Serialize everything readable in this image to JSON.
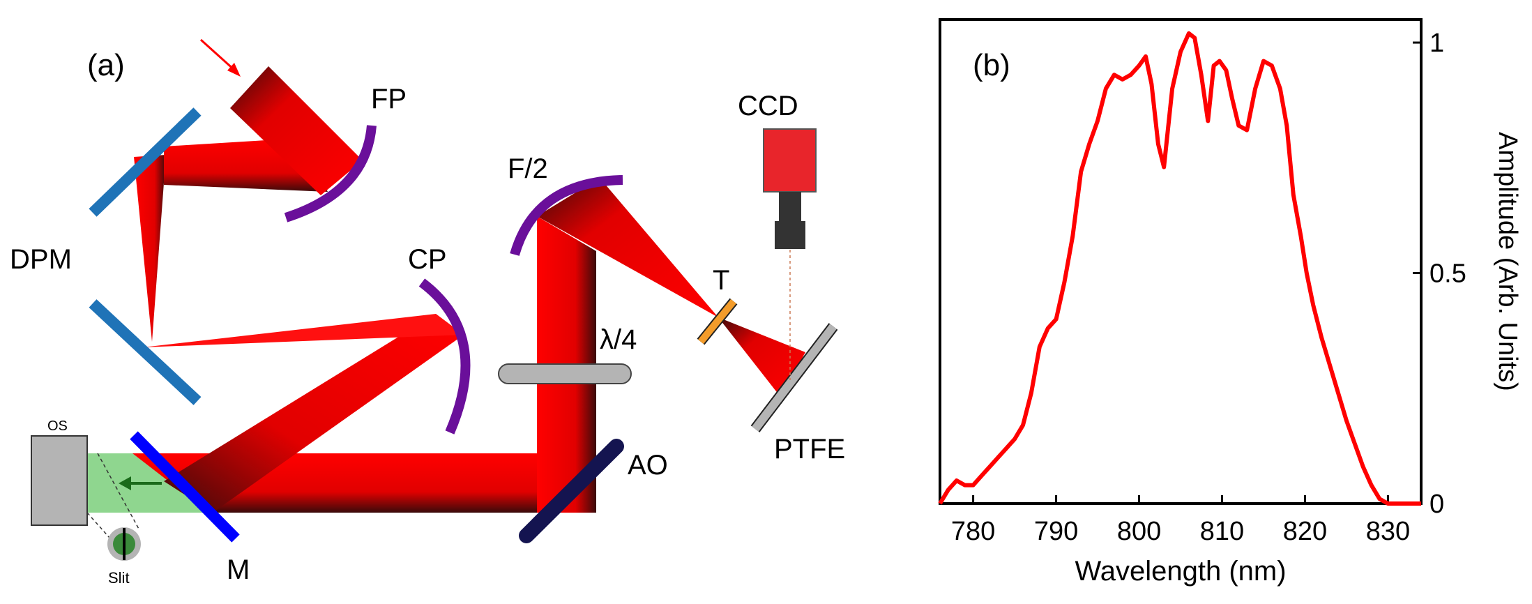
{
  "panel_a": {
    "label": "(a)",
    "components": {
      "fp": "FP",
      "dpm": "DPM",
      "cp": "CP",
      "f2": "F/2",
      "ccd": "CCD",
      "t": "T",
      "lambda4": "λ/4",
      "ptfe": "PTFE",
      "ao": "AO",
      "m": "M",
      "os": "OS",
      "slit": "Slit"
    },
    "colors": {
      "beam": "#ff0000",
      "beam_dark": "#3a0a0a",
      "mirror_blue": "#1f73b7",
      "mirror_m": "#0000ff",
      "curved": "#6a0f9a",
      "ao": "#141450",
      "green": "#8fd68f",
      "gray": "#b4b4b4",
      "orange": "#f39c2b",
      "ccd_red": "#e8252b",
      "ccd_dark": "#333333",
      "arrow_green": "#1a6a1a",
      "arrow_red": "#ff0000"
    }
  },
  "panel_b": {
    "label": "(b)",
    "chart_data": {
      "type": "line",
      "xlabel": "Wavelength (nm)",
      "ylabel": "Amplitude (Arb. Units)",
      "xlim": [
        776,
        834
      ],
      "ylim": [
        0,
        1.05
      ],
      "x_ticks": [
        780,
        790,
        800,
        810,
        820,
        830
      ],
      "y_ticks": [
        0,
        0.5,
        1
      ],
      "y_tick_labels": [
        "0",
        "0.5",
        "1"
      ],
      "y_axis_side": "right",
      "grid": false,
      "line_color": "#ff0000",
      "series": [
        {
          "x": [
            776,
            777,
            778,
            779,
            780,
            781,
            782,
            783,
            784,
            785,
            786,
            787,
            788,
            789,
            790,
            791,
            792,
            793,
            794,
            795,
            796,
            797,
            798,
            799,
            800,
            800.8,
            801.5,
            802.3,
            803,
            804,
            805,
            806,
            806.7,
            807.5,
            808.3,
            809,
            809.7,
            810.5,
            811.2,
            812,
            813,
            814,
            815,
            816,
            817,
            817.8,
            818.6,
            819.5,
            820.2,
            821,
            822,
            823,
            824,
            825,
            826,
            827,
            828,
            829,
            830,
            831,
            832,
            833,
            834
          ],
          "y": [
            0.0,
            0.03,
            0.05,
            0.04,
            0.04,
            0.06,
            0.08,
            0.1,
            0.12,
            0.14,
            0.17,
            0.24,
            0.34,
            0.38,
            0.4,
            0.48,
            0.58,
            0.72,
            0.78,
            0.83,
            0.9,
            0.93,
            0.92,
            0.93,
            0.95,
            0.97,
            0.91,
            0.78,
            0.73,
            0.9,
            0.98,
            1.02,
            1.01,
            0.93,
            0.83,
            0.95,
            0.96,
            0.94,
            0.88,
            0.82,
            0.81,
            0.9,
            0.96,
            0.95,
            0.9,
            0.82,
            0.67,
            0.58,
            0.5,
            0.43,
            0.36,
            0.3,
            0.24,
            0.18,
            0.13,
            0.08,
            0.04,
            0.01,
            0.0,
            0.0,
            0.0,
            0.0,
            0.0
          ]
        }
      ]
    }
  }
}
